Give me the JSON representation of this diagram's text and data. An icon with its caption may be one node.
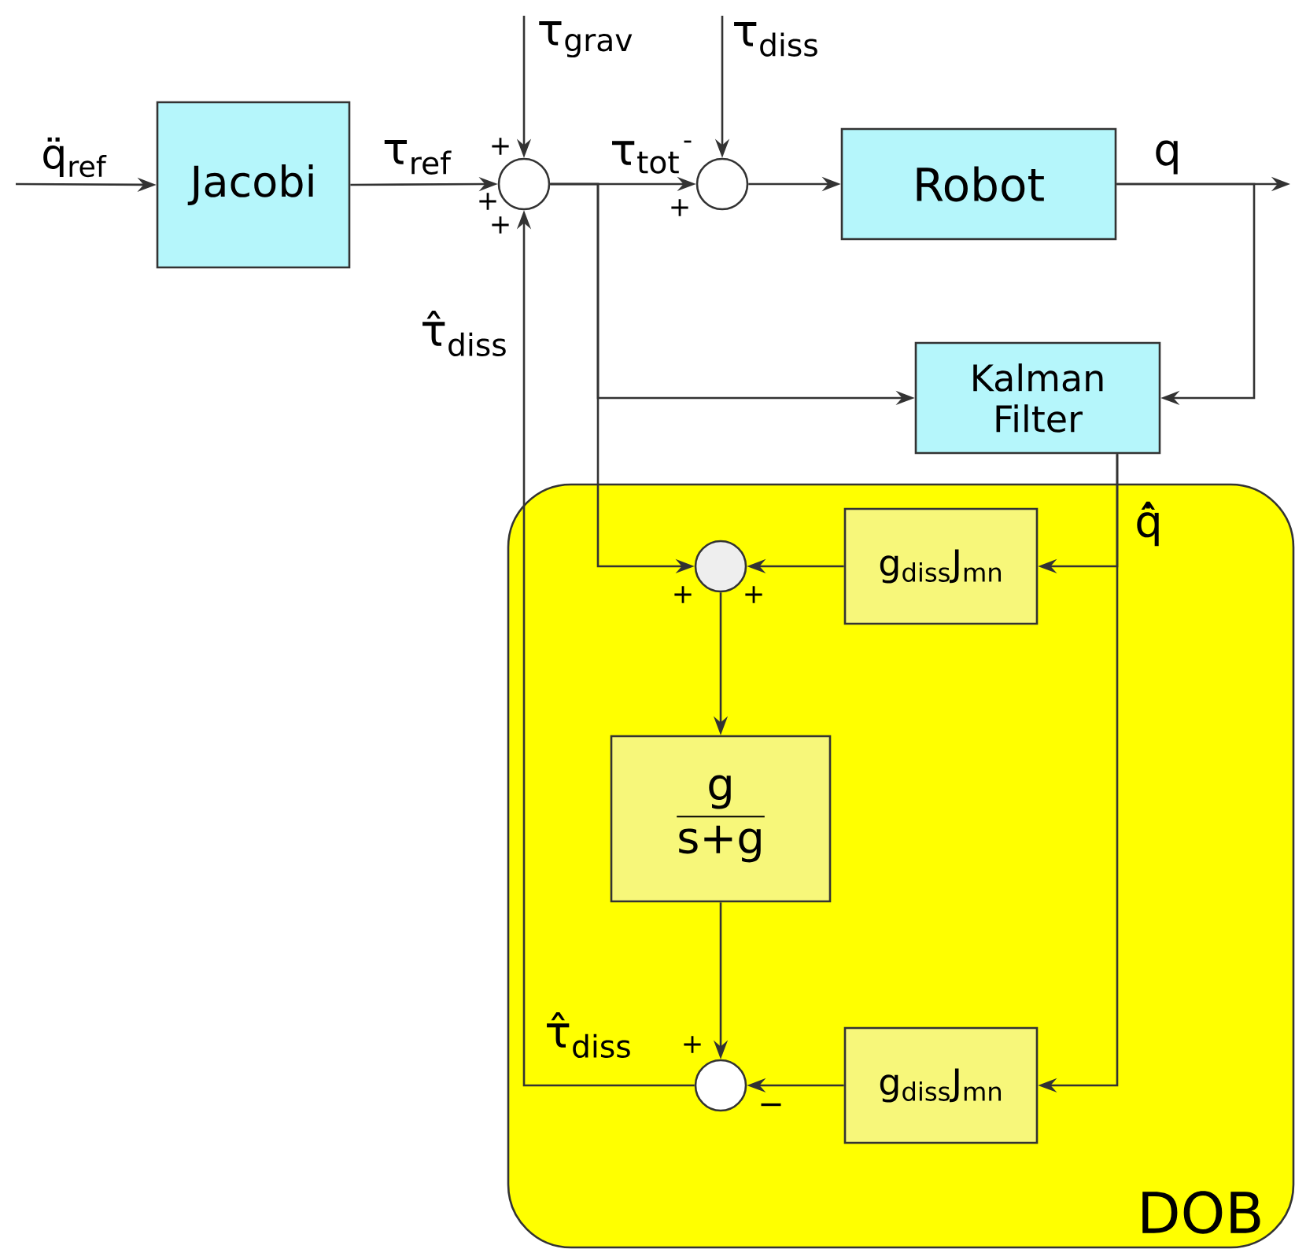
{
  "diagram": {
    "nodes": [
      {
        "text": [
          "DOB"
        ]
      },
      {
        "text": [
          "Jacobi"
        ]
      },
      {
        "text": [],
        "shape": "circle"
      },
      {
        "text": [],
        "shape": "circle"
      },
      {
        "text": [
          "Robot"
        ]
      },
      {
        "text": [
          "Kalman Filter"
        ]
      },
      {
        "text": [],
        "shape": "circle",
        "in": 0
      },
      {
        "text": [
          "g$_{diss}$J$_{mn}$"
        ],
        "in": 0
      },
      {
        "text": [
          "\\frac{\\text{g}}{\\text{s+g}}"
        ],
        "in": 0
      },
      {
        "text": [
          "g$_{diss}$J$_{mn}$"
        ],
        "in": 0
      },
      {
        "text": [],
        "shape": "circle",
        "in": 0
      }
    ],
    "edges": [
      {
        "from": null,
        "to": 1,
        "arrow": "to",
        "label": "q̈$_{ref}$"
      },
      {
        "from": 1,
        "to": 2,
        "arrow": "to",
        "label": "τ$_{ref}$"
      },
      {
        "from": null,
        "to": 2,
        "arrow": "to",
        "label": "τ$_{grav}$"
      },
      {
        "from": 2,
        "to": 3,
        "arrow": "to",
        "label": "τ$_{tot}$"
      },
      {
        "from": null,
        "to": 3,
        "arrow": "to",
        "label": "τ$_{diss}$"
      },
      {
        "from": 3,
        "to": 4,
        "arrow": "to"
      },
      {
        "from": 4,
        "to": null,
        "arrow": "to",
        "label": "q"
      },
      {
        "from": 4,
        "to": 5,
        "arrow": "to"
      },
      {
        "from": 2,
        "to": 5,
        "arrow": "to"
      },
      {
        "from": 2,
        "to": 6,
        "arrow": "to"
      },
      {
        "from": 5,
        "to": 7,
        "arrow": "to"
      },
      {
        "from": 5,
        "to": 9,
        "arrow": "to"
      },
      {
        "from": 7,
        "to": 6,
        "arrow": "to"
      },
      {
        "from": 6,
        "to": 8,
        "arrow": "to"
      },
      {
        "from": 8,
        "to": 10,
        "arrow": "to"
      },
      {
        "from": 9,
        "to": 10,
        "arrow": "to"
      },
      {
        "from": 10,
        "to": 2,
        "arrow": "to",
        "label": "τ̂$_{diss}$"
      }
    ],
    "labels": [
      "+",
      "-",
      "+",
      "+",
      "+",
      "q̂̇",
      "+",
      "+",
      "τ̂$_{diss}$",
      "+",
      "−"
    ]
  }
}
